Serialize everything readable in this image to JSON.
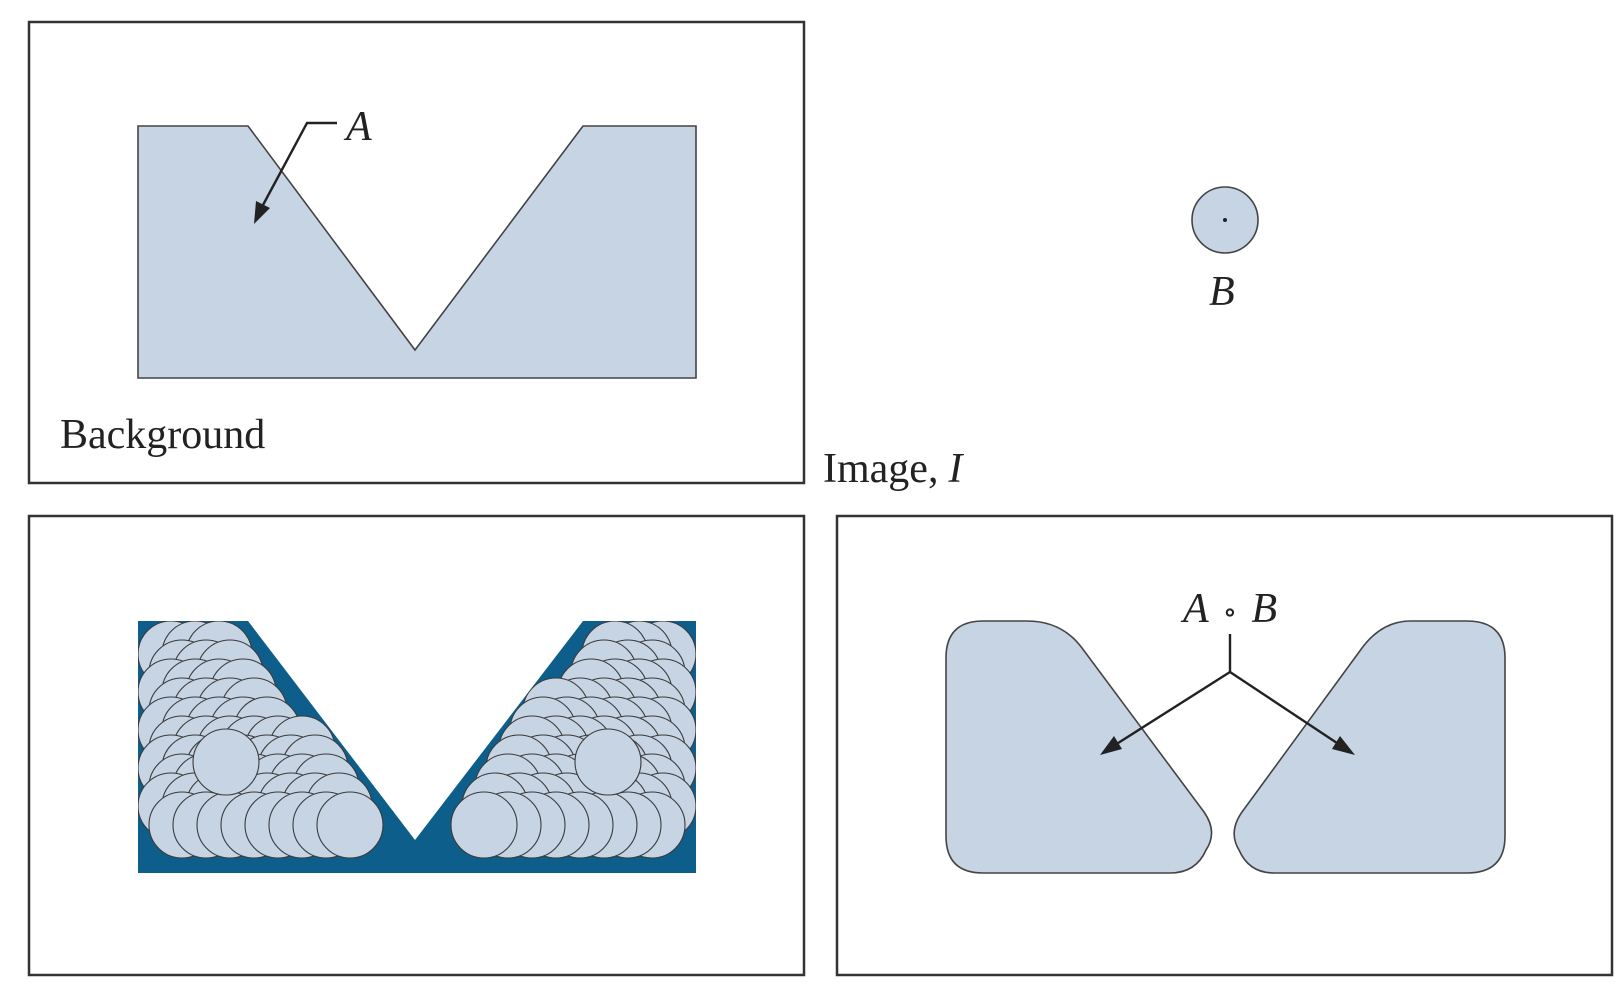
{
  "labels": {
    "set_a": "A",
    "set_b": "B",
    "background": "Background",
    "image_caption": "Image,",
    "image_symbol": "I",
    "opening_a": "A",
    "opening_op": "∘",
    "opening_b": "B"
  },
  "colors": {
    "region_fill": "#c6d4e4",
    "uncovered_fill": "#0e5e8c",
    "outline": "#333333"
  }
}
